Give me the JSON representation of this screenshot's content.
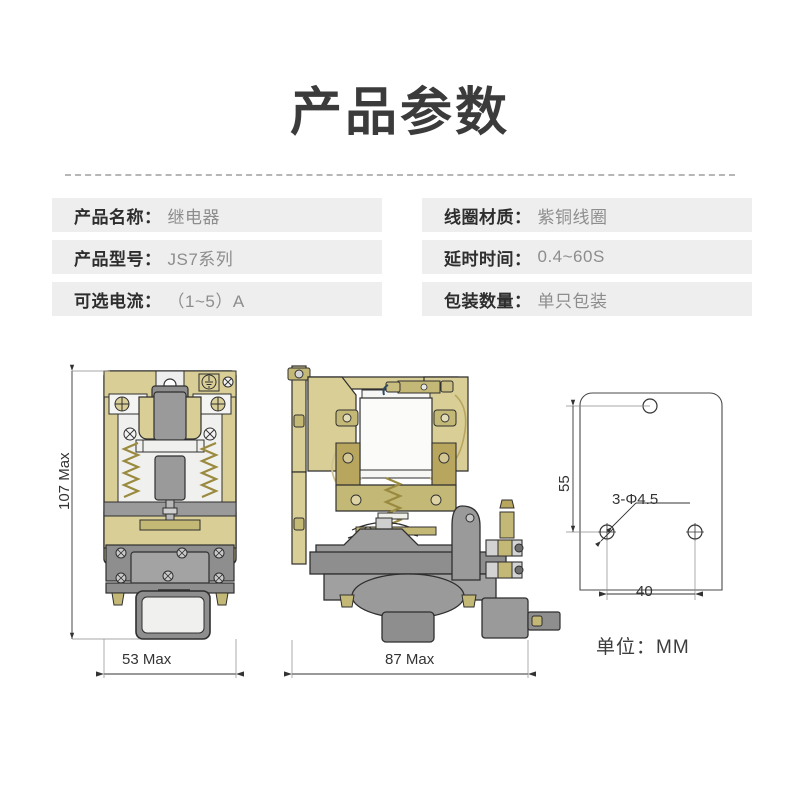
{
  "header": {
    "title": "产品参数"
  },
  "specs": {
    "left": [
      {
        "label": "产品名称：",
        "value": "继电器"
      },
      {
        "label": "产品型号：",
        "value": "JS7系列"
      },
      {
        "label": "可选电流：",
        "value": "（1~5）A"
      }
    ],
    "right": [
      {
        "label": "线圈材质：",
        "value": "紫铜线圈"
      },
      {
        "label": "延时时间：",
        "value": "0.4~60S"
      },
      {
        "label": "包装数量：",
        "value": "单只包装"
      }
    ]
  },
  "drawings": {
    "front_view": {
      "height_label": "107 Max",
      "width_label": "53 Max"
    },
    "side_view": {
      "width_label": "87 Max"
    },
    "mounting_plate": {
      "height_label": "55",
      "width_label": "40",
      "holes_label": "3-Φ4.5"
    },
    "unit_note": "单位：MM"
  },
  "colors": {
    "title_text": "#3b3b3b",
    "row_background": "#eeeeee",
    "label_text": "#2e2e2e",
    "value_text": "#8d8d8d",
    "divider": "#b6b6b6",
    "body_khaki": "#d9cf96",
    "body_khaki_dark": "#c4b876",
    "brass": "#b8a55e",
    "metal_gray": "#8e8e8e",
    "metal_gray_dark": "#6f6f6f",
    "metal_light": "#d5d5d5",
    "outline": "#2f2f2f"
  }
}
